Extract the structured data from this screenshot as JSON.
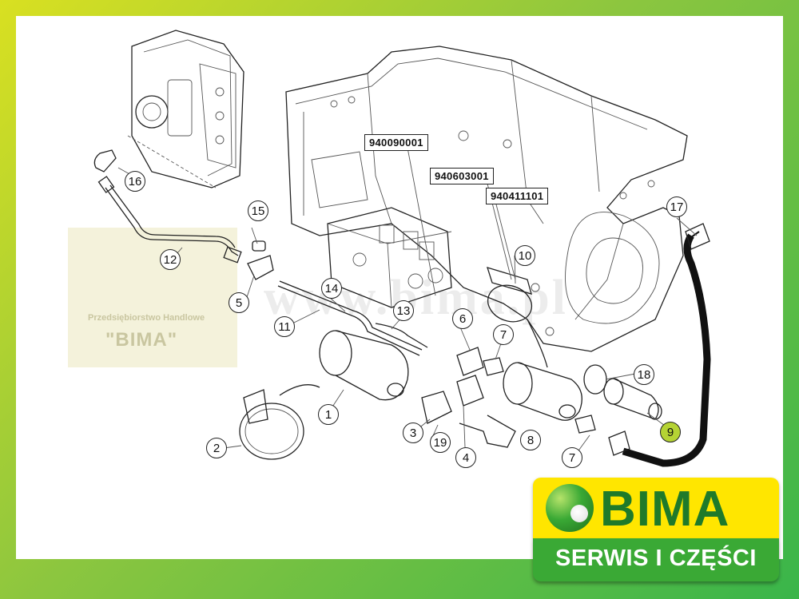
{
  "watermark": {
    "firm": "Przedsiębiorstwo Handlowe",
    "name": "\"BIMA\"",
    "url": "www.bima.pl"
  },
  "part_numbers": [
    "940090001",
    "940603001",
    "940411101"
  ],
  "callouts": [
    "1",
    "2",
    "3",
    "4",
    "5",
    "6",
    "7",
    "7",
    "8",
    "9",
    "10",
    "11",
    "12",
    "13",
    "14",
    "15",
    "16",
    "17",
    "18",
    "19"
  ],
  "highlighted_callout": "9",
  "logo": {
    "brand": "BIMA",
    "tagline": "SERWIS I CZĘŚCI",
    "colors": {
      "yellow": "#ffe600",
      "green": "#3aa935",
      "dark_green": "#1f7a2a"
    }
  },
  "colors": {
    "frame_gradient_start": "#d9e021",
    "frame_gradient_end": "#39b54a",
    "highlight": "#b5d334"
  }
}
